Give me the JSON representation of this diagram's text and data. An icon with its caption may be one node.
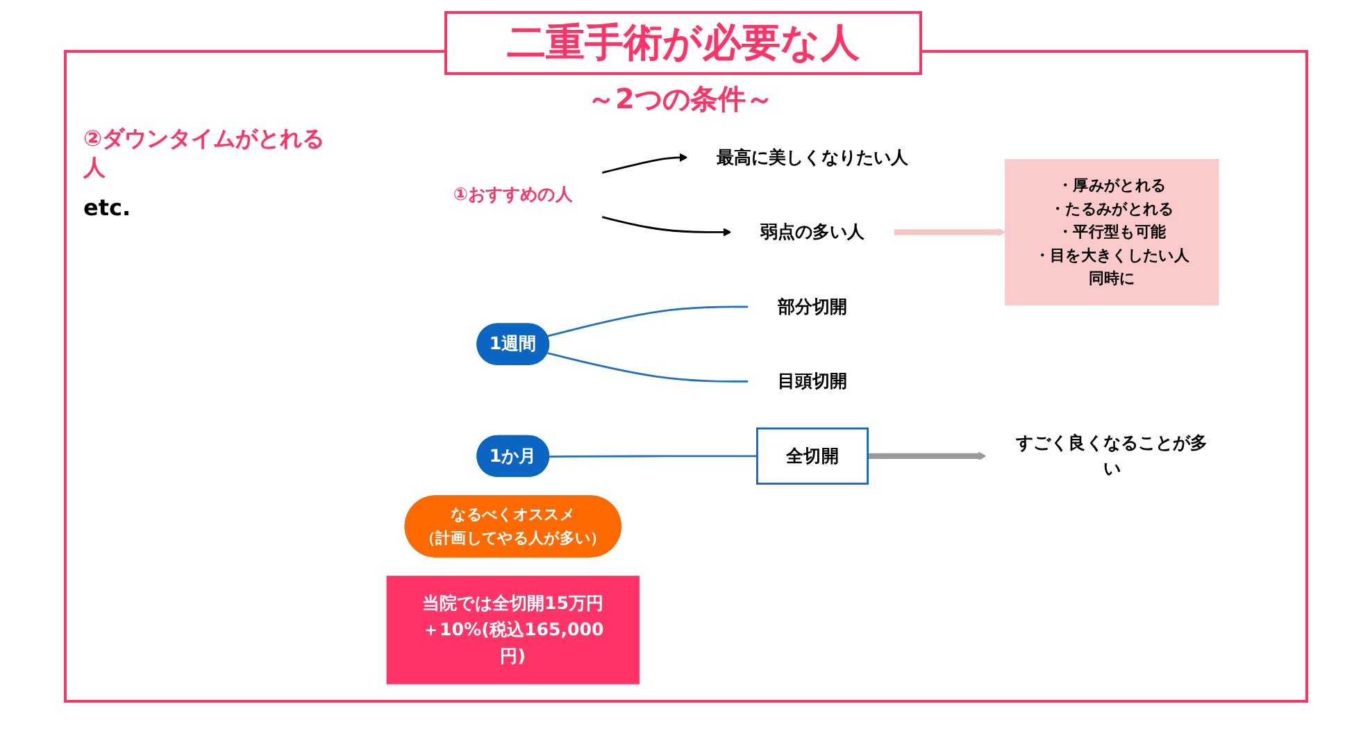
{
  "diagram": {
    "title": "二重手術が必要な人",
    "nodes": [
      {
        "text": [
          "①おすすめの人"
        ]
      },
      {
        "text": [
          "最高に美しくなりたい人"
        ]
      },
      {
        "text": [
          "弱点の多い人"
        ]
      },
      {
        "text": [
          "・厚みがとれる",
          "・たるみがとれる",
          "・平行型も可能",
          "・目を大きくしたい人",
          "同時に"
        ]
      },
      {
        "text": [
          "1週間"
        ]
      },
      {
        "text": [
          "部分切開"
        ]
      },
      {
        "text": [
          "目頭切開"
        ]
      },
      {
        "text": [
          "1か月"
        ]
      },
      {
        "text": [
          "全切開"
        ]
      },
      {
        "text": [
          "すごく良くなることが多い"
        ]
      },
      {
        "text": [
          "なるべくオススメ",
          "（計画してやる人が多い）"
        ]
      },
      {
        "text": [
          "当院では全切開15万円＋10%(税込165,000円)"
        ]
      }
    ],
    "edges": [
      {
        "from": 0,
        "to": 1,
        "arrow": "to",
        "color": "#000000"
      },
      {
        "from": 0,
        "to": 2,
        "arrow": "to",
        "color": "#000000"
      },
      {
        "from": 2,
        "to": 3,
        "arrow": "to",
        "style": "thick",
        "color": "#f9c4c4"
      },
      {
        "from": 4,
        "to": 5,
        "arrow": "none",
        "color": "#1e6fc8"
      },
      {
        "from": 4,
        "to": 6,
        "arrow": "none",
        "color": "#1e6fc8"
      },
      {
        "from": 7,
        "to": 8,
        "arrow": "none",
        "color": "#1e6fc8"
      },
      {
        "from": 8,
        "to": 9,
        "arrow": "to",
        "style": "thick",
        "color": "#999999"
      }
    ],
    "labels": [
      "～2つの条件～",
      "②ダウンタイムがとれる人",
      "etc."
    ]
  }
}
